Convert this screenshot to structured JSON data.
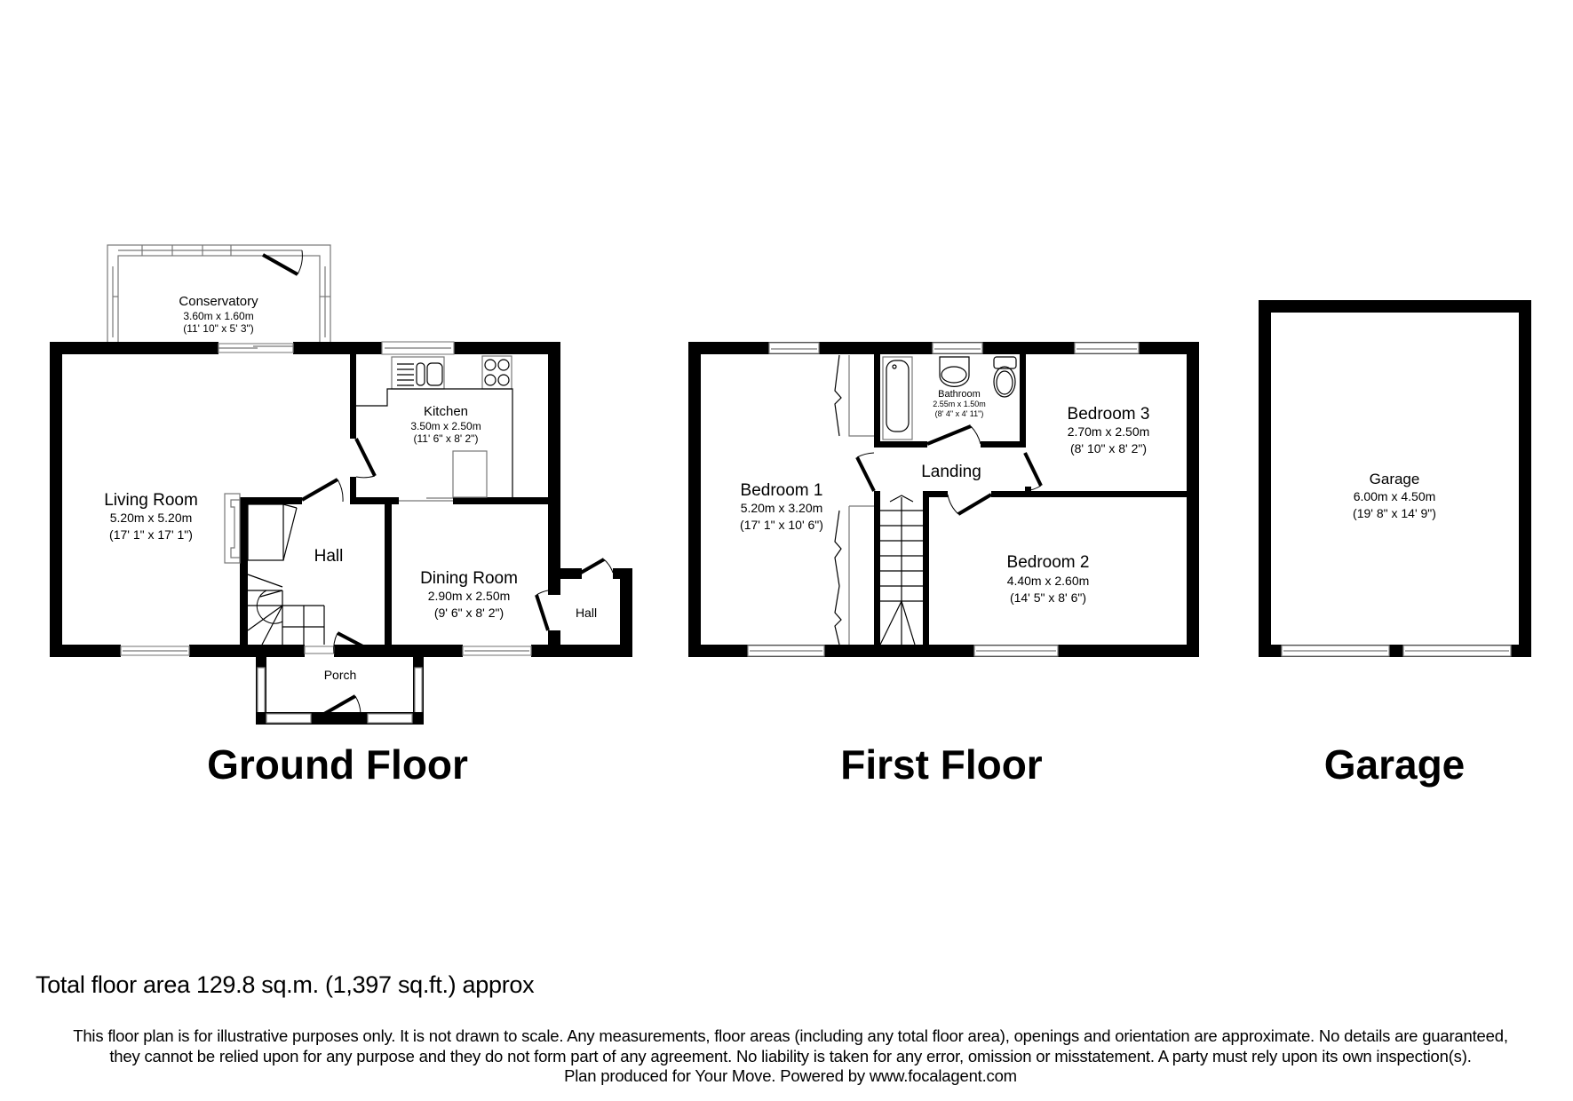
{
  "floors": {
    "ground": {
      "title": "Ground Floor",
      "rooms": {
        "conservatory": {
          "name": "Conservatory",
          "metric": "3.60m x 1.60m",
          "imperial": "(11' 10\" x 5' 3\")"
        },
        "kitchen": {
          "name": "Kitchen",
          "metric": "3.50m x 2.50m",
          "imperial": "(11' 6\" x 8' 2\")"
        },
        "living_room": {
          "name": "Living Room",
          "metric": "5.20m x 5.20m",
          "imperial": "(17' 1\" x 17' 1\")"
        },
        "hall": {
          "name": "Hall"
        },
        "dining_room": {
          "name": "Dining Room",
          "metric": "2.90m x 2.50m",
          "imperial": "(9' 6\" x 8' 2\")"
        },
        "rear_hall": {
          "name": "Hall"
        },
        "porch": {
          "name": "Porch"
        }
      }
    },
    "first": {
      "title": "First Floor",
      "rooms": {
        "bedroom1": {
          "name": "Bedroom 1",
          "metric": "5.20m x 3.20m",
          "imperial": "(17' 1\" x 10' 6\")"
        },
        "bathroom": {
          "name": "Bathroom",
          "metric": "2.55m x 1.50m",
          "imperial": "(8' 4\" x 4' 11\")"
        },
        "bedroom3": {
          "name": "Bedroom 3",
          "metric": "2.70m x 2.50m",
          "imperial": "(8' 10\" x 8' 2\")"
        },
        "landing": {
          "name": "Landing"
        },
        "bedroom2": {
          "name": "Bedroom 2",
          "metric": "4.40m x 2.60m",
          "imperial": "(14' 5\" x 8' 6\")"
        }
      }
    },
    "garage": {
      "title": "Garage",
      "rooms": {
        "garage": {
          "name": "Garage",
          "metric": "6.00m x 4.50m",
          "imperial": "(19' 8\" x 14' 9\")"
        }
      }
    }
  },
  "footer": {
    "total_area": "Total floor area 129.8 sq.m. (1,397 sq.ft.) approx",
    "disclaimer_line1": "This floor plan is for illustrative purposes only. It is not drawn to scale. Any measurements, floor areas (including any total floor area), openings and orientation are approximate. No details are guaranteed,",
    "disclaimer_line2": "they cannot be relied upon for any purpose and they do not form part of any agreement. No liability is taken for any error, omission or misstatement. A party must rely upon its own inspection(s).",
    "disclaimer_line3": "Plan produced for Your Move. Powered by www.focalagent.com"
  }
}
